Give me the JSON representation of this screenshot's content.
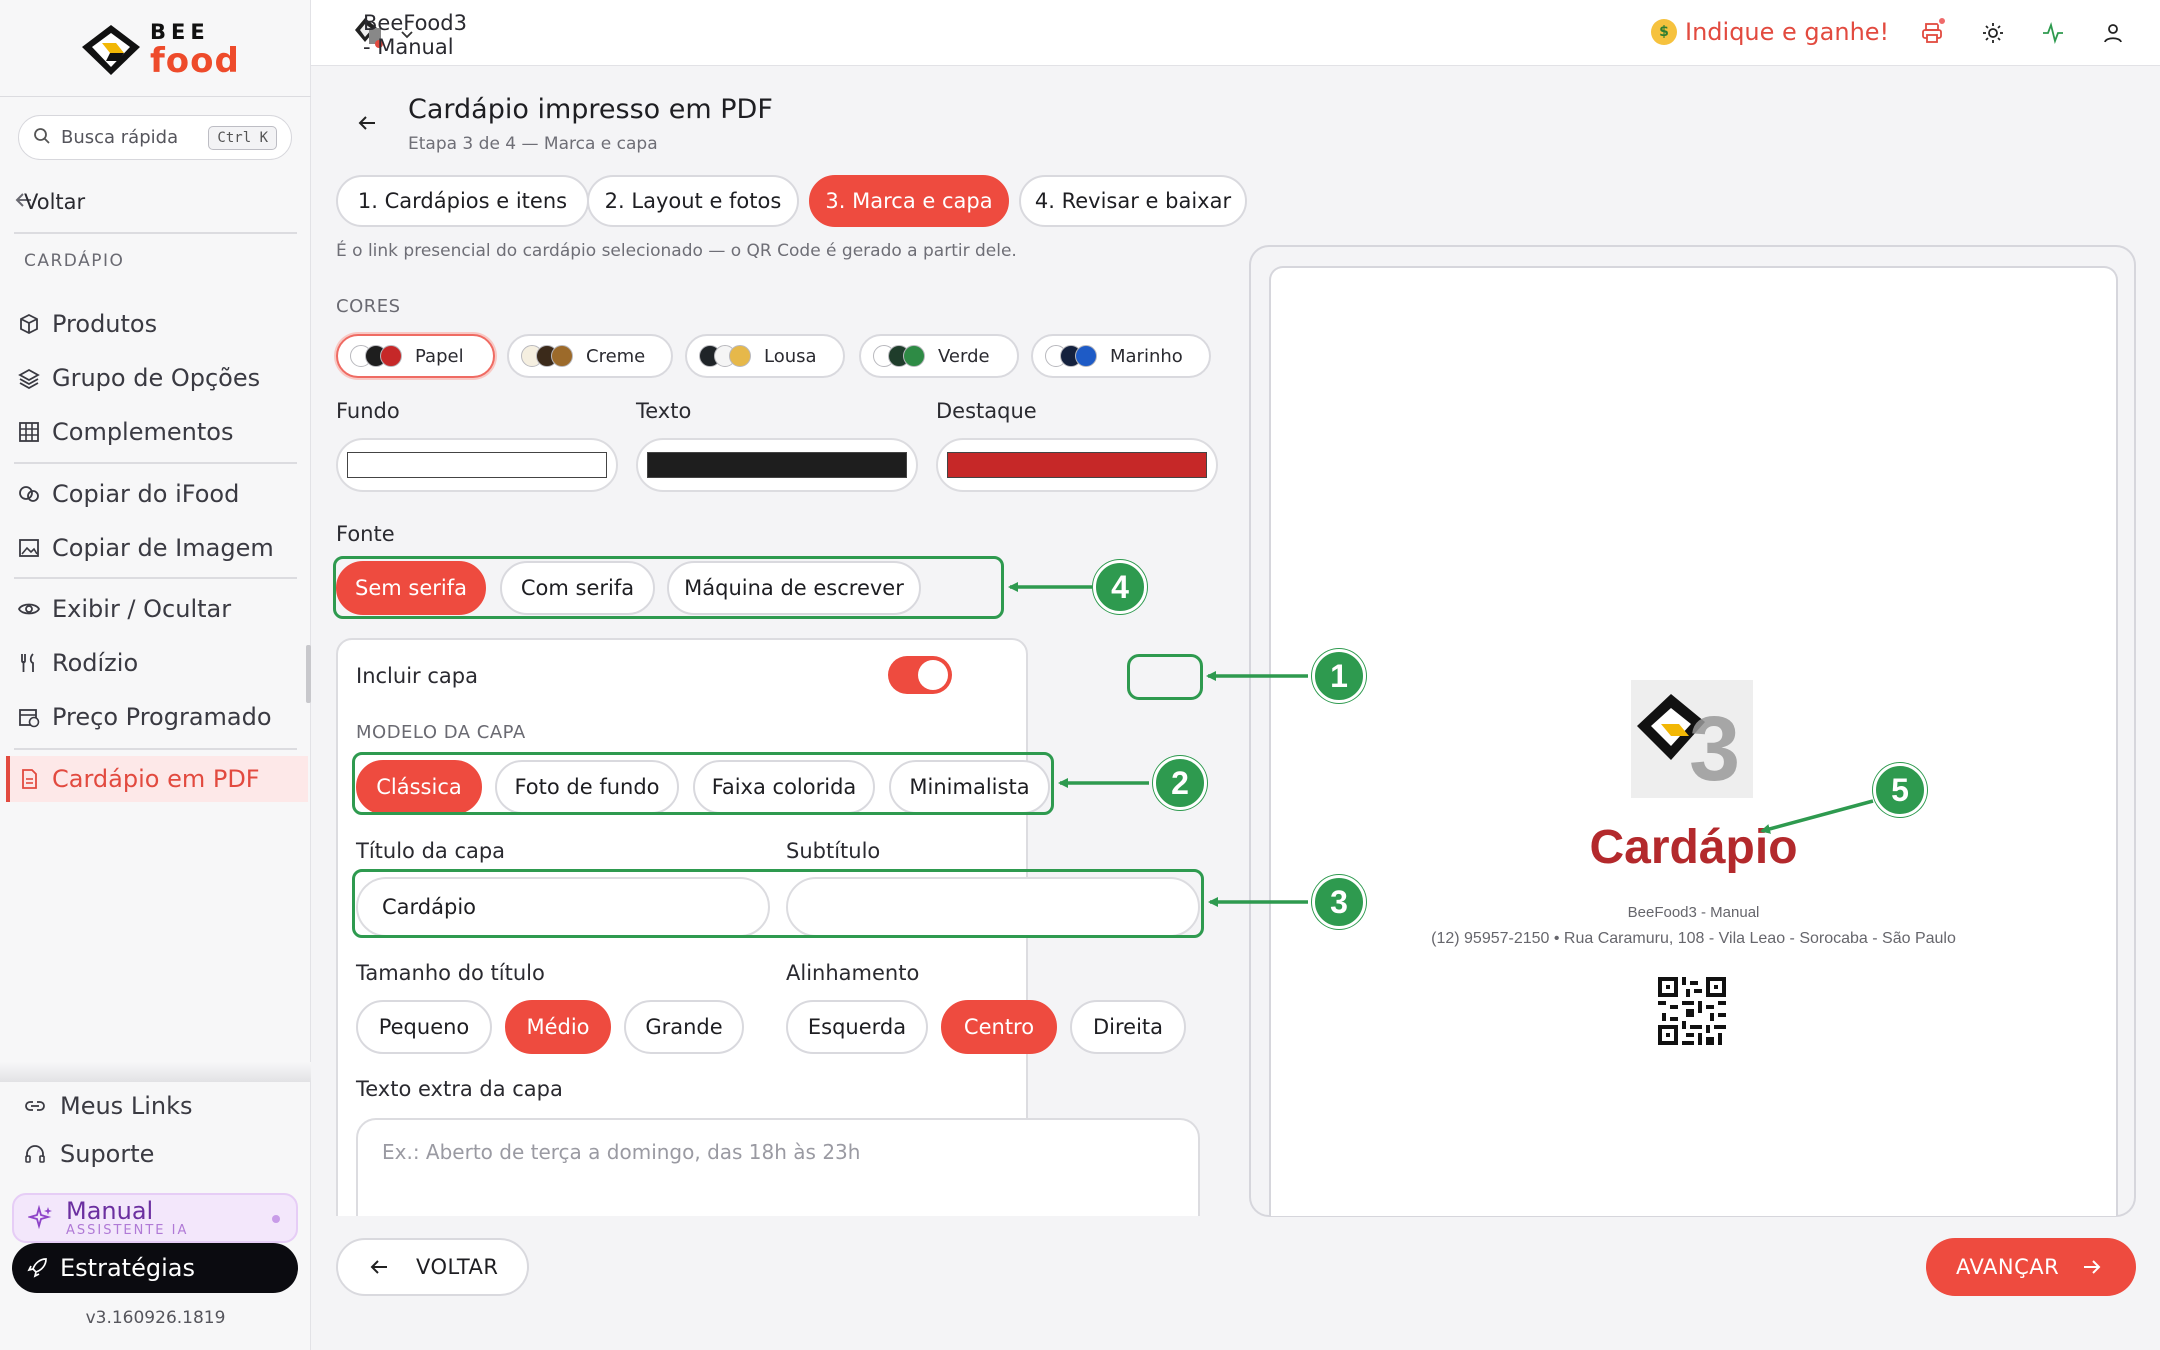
{
  "sidebar": {
    "logo": {
      "top": "BEE",
      "bottom": "food"
    },
    "search": {
      "placeholder": "Busca rápida",
      "shortcut": "Ctrl K"
    },
    "back_label": "Voltar",
    "section_title": "CARDÁPIO",
    "items": [
      {
        "label": "Produtos",
        "icon": "box-icon"
      },
      {
        "label": "Grupo de Opções",
        "icon": "layers-icon"
      },
      {
        "label": "Complementos",
        "icon": "grid-icon"
      },
      {
        "label": "Copiar do iFood",
        "icon": "copy-ifood-icon"
      },
      {
        "label": "Copiar de Imagem",
        "icon": "image-icon"
      },
      {
        "label": "Exibir / Ocultar",
        "icon": "eye-icon"
      },
      {
        "label": "Rodízio",
        "icon": "utensils-icon"
      },
      {
        "label": "Preço Programado",
        "icon": "calendar-clock-icon"
      },
      {
        "label": "Cardápio em PDF",
        "icon": "file-pdf-icon",
        "active": true
      }
    ],
    "bottom": {
      "links_label": "Meus Links",
      "support_label": "Suporte",
      "manual_title": "Manual",
      "manual_subtitle": "ASSISTENTE IA",
      "strategies_label": "Estratégias",
      "version": "v3.160926.1819"
    }
  },
  "topbar": {
    "store_name": "BeeFood3 - Manual",
    "refer_label": "Indique e ganhe!",
    "icons": [
      "printer-icon",
      "sun-icon",
      "activity-icon",
      "user-icon"
    ]
  },
  "header": {
    "title": "Cardápio impresso em PDF",
    "subtitle": "Etapa 3 de 4 — Marca e capa"
  },
  "steps": [
    {
      "label": "1. Cardápios e itens",
      "active": false
    },
    {
      "label": "2. Layout e fotos",
      "active": false
    },
    {
      "label": "3. Marca e capa",
      "active": true
    },
    {
      "label": "4. Revisar e baixar",
      "active": false
    }
  ],
  "form": {
    "cut_text": "É o link presencial do cardápio selecionado — o QR Code é gerado a partir dele.",
    "colors_title": "CORES",
    "palettes": [
      {
        "name": "Papel",
        "swatches": [
          "#ffffff",
          "#1e1e1e",
          "#c62828"
        ],
        "selected": true
      },
      {
        "name": "Creme",
        "swatches": [
          "#f5efe0",
          "#3b2a1a",
          "#9c6a2a"
        ],
        "selected": false
      },
      {
        "name": "Lousa",
        "swatches": [
          "#1f2428",
          "#f5f5f5",
          "#e6b84a"
        ],
        "selected": false
      },
      {
        "name": "Verde",
        "swatches": [
          "#ffffff",
          "#1f3d2b",
          "#2e8b45"
        ],
        "selected": false
      },
      {
        "name": "Marinho",
        "swatches": [
          "#ffffff",
          "#14213d",
          "#1e5bc6"
        ],
        "selected": false
      }
    ],
    "color_fields": [
      {
        "label": "Fundo",
        "value": "#ffffff"
      },
      {
        "label": "Texto",
        "value": "#1e1e1e"
      },
      {
        "label": "Destaque",
        "value": "#c62828"
      }
    ],
    "font_label": "Fonte",
    "fonts": [
      {
        "label": "Sem serifa",
        "active": true
      },
      {
        "label": "Com serifa",
        "active": false
      },
      {
        "label": "Máquina de escrever",
        "active": false
      }
    ],
    "include_cover_label": "Incluir capa",
    "include_cover": true,
    "cover_model_title": "MODELO DA CAPA",
    "cover_models": [
      {
        "label": "Clássica",
        "active": true
      },
      {
        "label": "Foto de fundo",
        "active": false
      },
      {
        "label": "Faixa colorida",
        "active": false
      },
      {
        "label": "Minimalista",
        "active": false
      }
    ],
    "cover_title_label": "Título da capa",
    "cover_title_value": "Cardápio",
    "subtitle_label": "Subtítulo",
    "subtitle_value": "",
    "title_size_label": "Tamanho do título",
    "title_sizes": [
      {
        "label": "Pequeno",
        "active": false
      },
      {
        "label": "Médio",
        "active": true
      },
      {
        "label": "Grande",
        "active": false
      }
    ],
    "alignment_label": "Alinhamento",
    "alignments": [
      {
        "label": "Esquerda",
        "active": false
      },
      {
        "label": "Centro",
        "active": true
      },
      {
        "label": "Direita",
        "active": false
      }
    ],
    "extra_text_label": "Texto extra da capa",
    "extra_text_placeholder": "Ex.: Aberto de terça a domingo, das 18h às 23h"
  },
  "preview": {
    "title": "Cardápio",
    "store": "BeeFood3 - Manual",
    "info": "(12) 95957-2150  •  Rua Caramuru, 108 - Vila Leao - Sorocaba - São Paulo",
    "title_color": "#b3292c"
  },
  "annotations": [
    "1",
    "2",
    "3",
    "4",
    "5"
  ],
  "footer": {
    "back_label": "VOLTAR",
    "next_label": "AVANÇAR"
  },
  "colors": {
    "accent": "#ee4b3f",
    "annotation": "#2e9a4f"
  }
}
